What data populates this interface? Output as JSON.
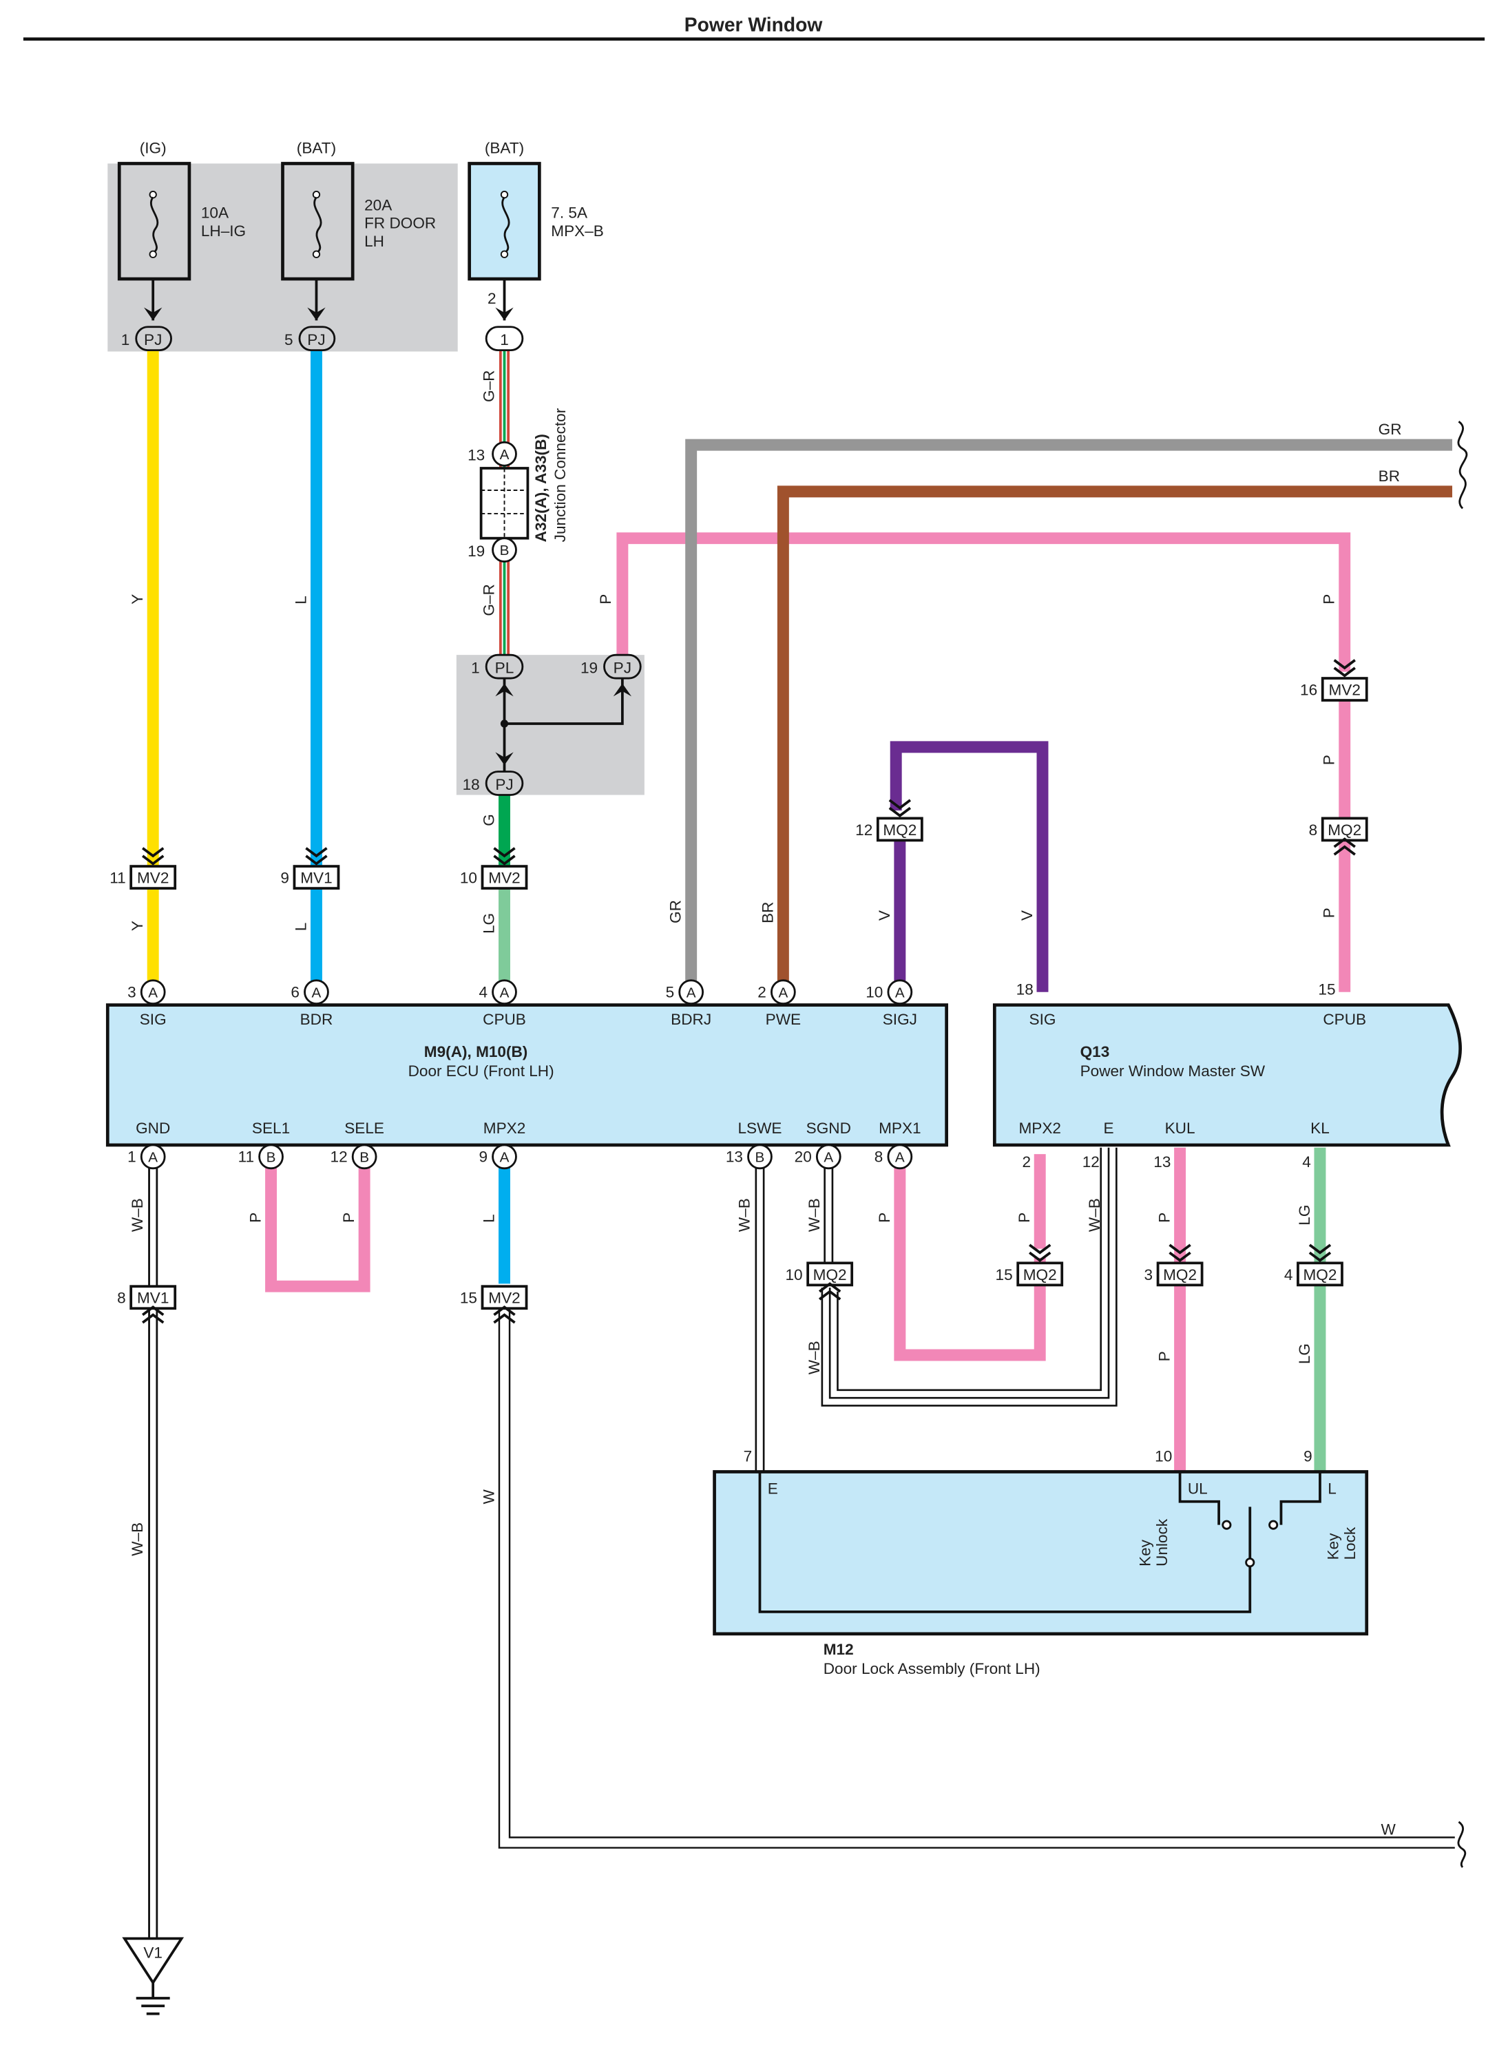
{
  "title": "Power Window",
  "colors": {
    "Y": "#ffe000",
    "L": "#00aeef",
    "G": "#00a651",
    "LG": "#7fcb9a",
    "P": "#f287b7",
    "V": "#6a2c91",
    "GR": "#969696",
    "BR": "#a0522d",
    "W-B": "#111111",
    "W": "#111111",
    "G-R": "#d0473a",
    "panel": "#d0d1d3",
    "component": "#c5e8f8"
  },
  "fuses": [
    {
      "source": "(IG)",
      "line1": "10A",
      "line2": "LH–IG",
      "line3": "",
      "pin": "1",
      "connector": "PJ"
    },
    {
      "source": "(BAT)",
      "line1": "20A",
      "line2": "FR DOOR",
      "line3": "LH",
      "pin": "5",
      "connector": "PJ"
    },
    {
      "source": "(BAT)",
      "line1": "7. 5A",
      "line2": "MPX–B",
      "line3": "",
      "pin_top": "2",
      "connector": "1"
    }
  ],
  "junction": {
    "id": "A32(A), A33(B)",
    "name": "Junction Connector",
    "pin_a": "13",
    "pin_b": "19",
    "conn_a": "A",
    "conn_b": "B"
  },
  "relay_box": {
    "pin_pl": "1",
    "conn_pl": "PL",
    "pin_pj19": "19",
    "pin_pj18": "18",
    "conn_pj": "PJ"
  },
  "wire_labels": {
    "Y": "Y",
    "L": "L",
    "GR_code": "G–R",
    "G": "G",
    "LG": "LG",
    "P": "P",
    "GR": "GR",
    "BR": "BR",
    "V": "V",
    "WB": "W–B",
    "W": "W"
  },
  "inline_connectors": [
    {
      "pin": "11",
      "name": "MV2"
    },
    {
      "pin": "9",
      "name": "MV1"
    },
    {
      "pin": "10",
      "name": "MV2"
    },
    {
      "pin": "12",
      "name": "MQ2"
    },
    {
      "pin": "16",
      "name": "MV2"
    },
    {
      "pin": "8",
      "name": "MQ2"
    },
    {
      "pin": "8",
      "name": "MV1"
    },
    {
      "pin": "15",
      "name": "MV2"
    },
    {
      "pin": "10",
      "name": "MQ2"
    },
    {
      "pin": "15",
      "name": "MQ2"
    },
    {
      "pin": "3",
      "name": "MQ2"
    },
    {
      "pin": "4",
      "name": "MQ2"
    }
  ],
  "door_ecu": {
    "id": "M9(A), M10(B)",
    "name": "Door ECU (Front LH)",
    "top_pins": [
      {
        "num": "3",
        "conn": "A",
        "label": "SIG"
      },
      {
        "num": "6",
        "conn": "A",
        "label": "BDR"
      },
      {
        "num": "4",
        "conn": "A",
        "label": "CPUB"
      },
      {
        "num": "5",
        "conn": "A",
        "label": "BDRJ"
      },
      {
        "num": "2",
        "conn": "A",
        "label": "PWE"
      },
      {
        "num": "10",
        "conn": "A",
        "label": "SIGJ"
      }
    ],
    "bottom_pins": [
      {
        "num": "1",
        "conn": "A",
        "label": "GND"
      },
      {
        "num": "11",
        "conn": "B",
        "label": "SEL1"
      },
      {
        "num": "12",
        "conn": "B",
        "label": "SELE"
      },
      {
        "num": "9",
        "conn": "A",
        "label": "MPX2"
      },
      {
        "num": "13",
        "conn": "B",
        "label": "LSWE"
      },
      {
        "num": "20",
        "conn": "A",
        "label": "SGND"
      },
      {
        "num": "8",
        "conn": "A",
        "label": "MPX1"
      }
    ]
  },
  "master_sw": {
    "id": "Q13",
    "name": "Power Window Master SW",
    "top_pins": [
      {
        "num": "18",
        "label": "SIG"
      },
      {
        "num": "15",
        "label": "CPUB"
      }
    ],
    "bottom_pins": [
      {
        "num": "2",
        "label": "MPX2"
      },
      {
        "num": "12",
        "label": "E"
      },
      {
        "num": "13",
        "label": "KUL"
      },
      {
        "num": "4",
        "label": "KL"
      }
    ]
  },
  "door_lock": {
    "id": "M12",
    "name": "Door Lock Assembly (Front LH)",
    "pins": [
      {
        "num": "7",
        "label": "E"
      },
      {
        "num": "10",
        "label": "UL"
      },
      {
        "num": "9",
        "label": "L"
      }
    ],
    "key_unlock_1": "Key",
    "key_unlock_2": "Unlock",
    "key_lock_1": "Key",
    "key_lock_2": "Lock"
  },
  "ground": {
    "label": "V1"
  },
  "offpage_labels": {
    "gr": "GR",
    "br": "BR",
    "w": "W"
  }
}
